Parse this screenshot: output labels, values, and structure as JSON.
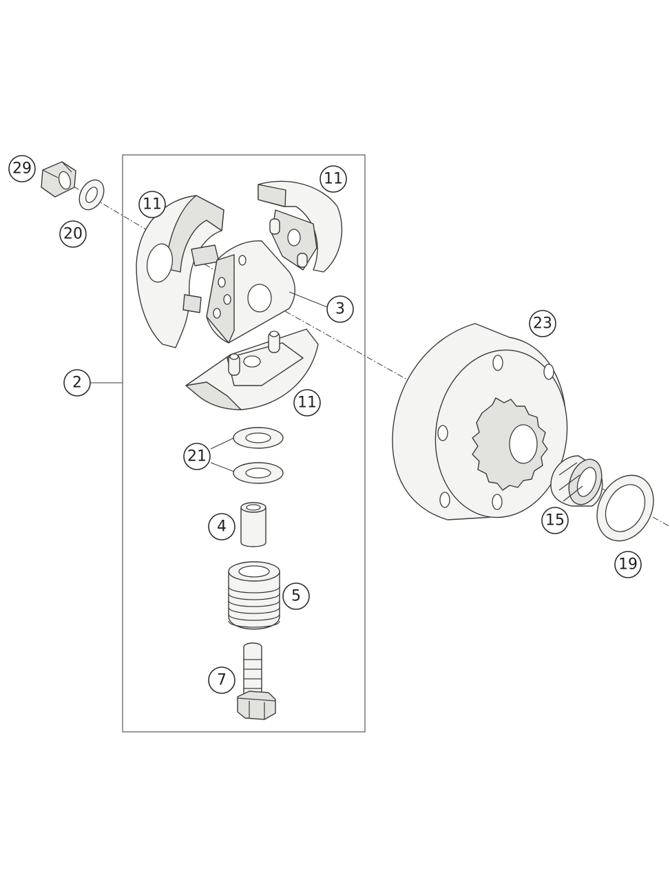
{
  "callouts": {
    "c29": "29",
    "c20": "20",
    "c11a": "11",
    "c11b": "11",
    "c11c": "11",
    "c3": "3",
    "c2": "2",
    "c23": "23",
    "c21": "21",
    "c4": "4",
    "c5": "5",
    "c7": "7",
    "c15": "15",
    "c19": "19"
  }
}
